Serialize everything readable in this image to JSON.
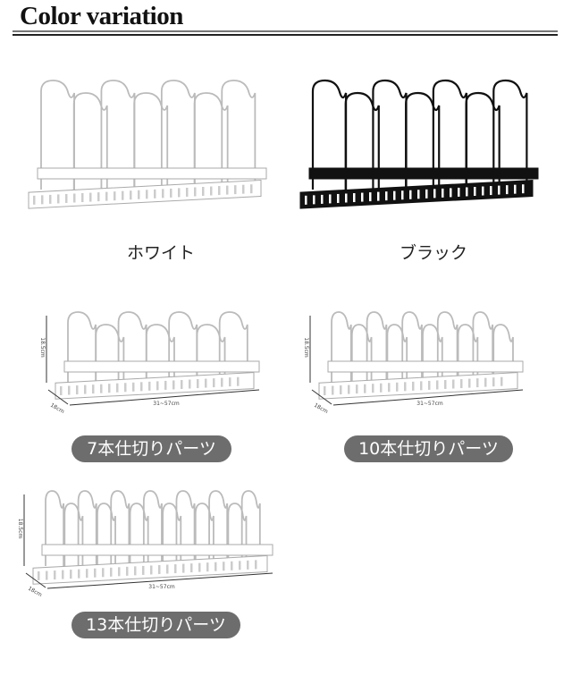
{
  "section_title": "Color variation",
  "variants": [
    {
      "label": "ホワイト",
      "color": "#ffffff",
      "wires": 7
    },
    {
      "label": "ブラック",
      "color": "#111111",
      "wires": 7
    }
  ],
  "sizes": [
    {
      "label": "7本仕切りパーツ",
      "wires": 7,
      "height_label": "18.5cm",
      "depth_label": "18cm",
      "width_label": "31~57cm"
    },
    {
      "label": "10本仕切りパーツ",
      "wires": 10,
      "height_label": "18.5cm",
      "depth_label": "18cm",
      "width_label": "31~57cm"
    },
    {
      "label": "13本仕切りパーツ",
      "wires": 13,
      "height_label": "18.5cm",
      "depth_label": "18cm",
      "width_label": "31~57cm"
    }
  ]
}
